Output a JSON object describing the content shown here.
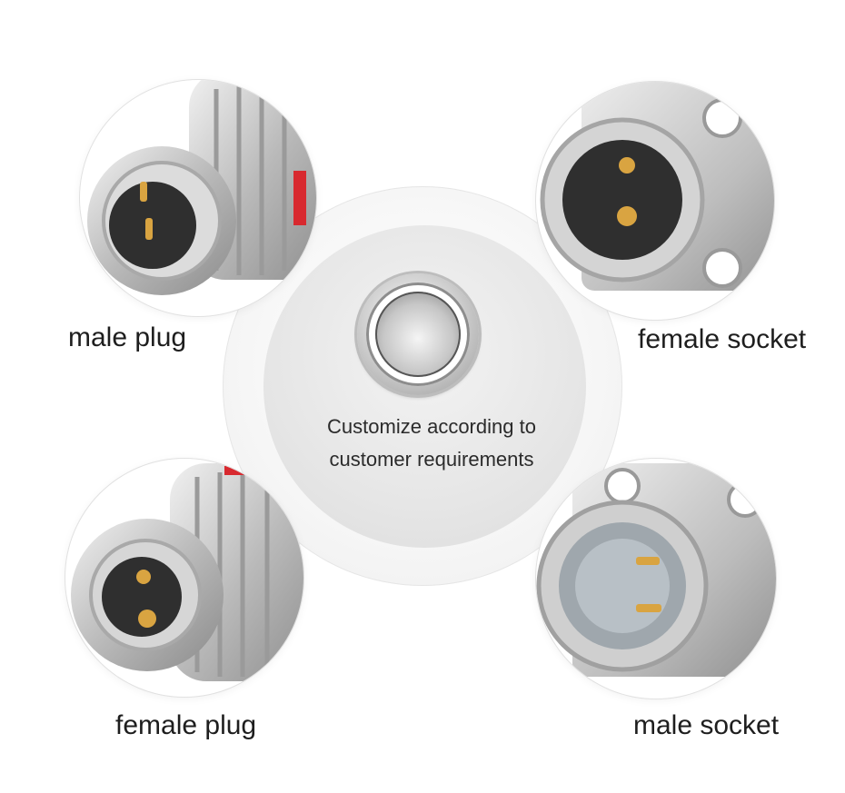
{
  "center": {
    "caption_line1": "Customize according to",
    "caption_line2": "customer requirements"
  },
  "products": [
    {
      "label": "male plug",
      "icon": "male-plug-icon"
    },
    {
      "label": "female socket",
      "icon": "female-socket-icon"
    },
    {
      "label": "female plug",
      "icon": "female-plug-icon"
    },
    {
      "label": "male socket",
      "icon": "male-socket-icon"
    }
  ],
  "colors": {
    "metal": "#c9c9c9",
    "insulator": "#2f2f2f",
    "pin_gold": "#d9a441",
    "accent_red": "#d8292f"
  }
}
